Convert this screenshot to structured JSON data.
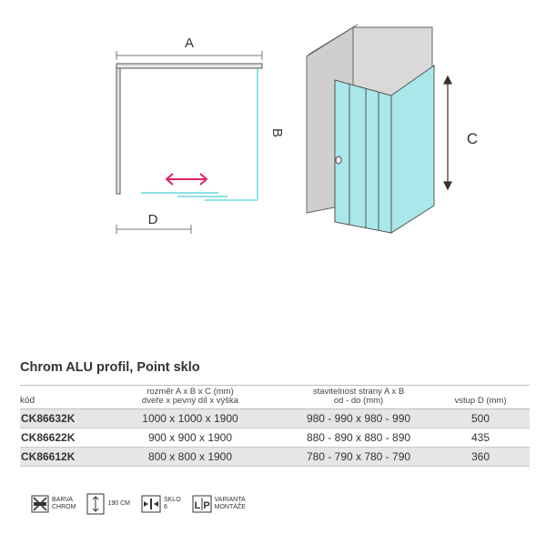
{
  "diagram": {
    "dim_a": "A",
    "dim_b": "B",
    "dim_c": "C",
    "dim_d": "D",
    "colors": {
      "glass": "#a9e7ea",
      "wall": "#cdcdcd",
      "arrow": "#e0245e",
      "frame": "#555555"
    }
  },
  "title": "Chrom ALU profil, Point sklo",
  "table": {
    "headers": [
      {
        "line1": "kód",
        "line2": ""
      },
      {
        "line1": "rozměr A x B x C (mm)",
        "line2": "dveře x pevný díl x výška"
      },
      {
        "line1": "stavitelnost strany A x B",
        "line2": "od - do (mm)"
      },
      {
        "line1": "vstup D (mm)",
        "line2": ""
      }
    ],
    "rows": [
      [
        "CK86632K",
        "1000 x 1000 x 1900",
        "980 - 990 x 980 - 990",
        "500"
      ],
      [
        "CK86622K",
        "900 x 900 x 1900",
        "880 - 890 x 880 - 890",
        "435"
      ],
      [
        "CK86612K",
        "800 x 800 x 1900",
        "780 - 790 x 780 - 790",
        "360"
      ]
    ]
  },
  "legend": [
    {
      "icon": "cross-profile-icon",
      "line1": "BARVA",
      "line2": "CHROM"
    },
    {
      "icon": "height-arrow-icon",
      "line1": "190 CM",
      "line2": ""
    },
    {
      "icon": "glass-thickness-icon",
      "line1": "SKLO",
      "line2": "6"
    },
    {
      "icon": "lp-variant-icon",
      "line1": "VARIANTA",
      "line2": "MONTÁŽE"
    }
  ]
}
